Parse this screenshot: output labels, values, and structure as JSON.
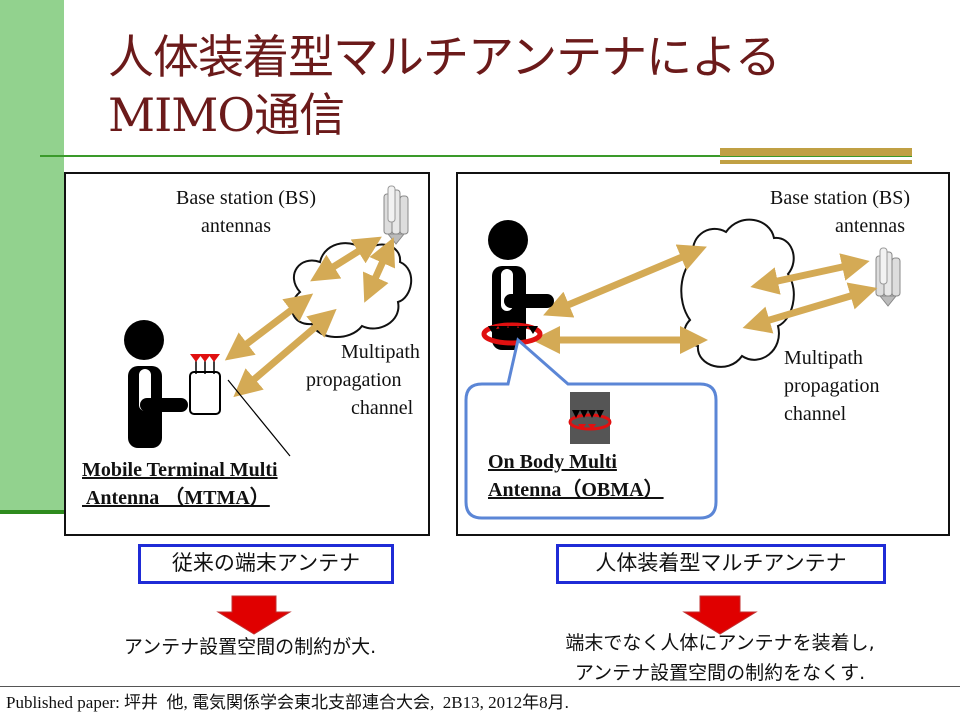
{
  "title": {
    "line1": "人体装着型マルチアンテナによる",
    "line2": "MIMO通信"
  },
  "left_panel": {
    "bs_label": "Base station (BS)\n     antennas",
    "channel_label": "       Multipath\npropagation\n         channel",
    "antenna_label_line1": "Mobile Terminal Multi",
    "antenna_label_line2": " Antenna （MTMA）",
    "type_label": "従来の端末アンテナ",
    "caption": "アンテナ設置空間の制約が大."
  },
  "right_panel": {
    "bs_label": "Base station (BS)\n             antennas",
    "channel_label": "Multipath\npropagation\nchannel",
    "antenna_label_line1": "On Body Multi",
    "antenna_label_line2": "Antenna（OBMA）",
    "type_label": "人体装着型マルチアンテナ",
    "caption": "端末でなく人体にアンテナを装着し,\nアンテナ設置空間の制約をなくす."
  },
  "footer": "Published paper: 坪井  他, 電気関係学会東北支部連合大会,  2B13, 2012年8月.",
  "colors": {
    "title": "#6b1a1a",
    "accent_green": "#92d28e",
    "arrow_tan": "#d4aa55",
    "label_border_blue": "#1f2bd6",
    "callout_blue": "#5b86d6",
    "down_arrow_red": "#e00000",
    "antenna_red": "#e01010"
  }
}
